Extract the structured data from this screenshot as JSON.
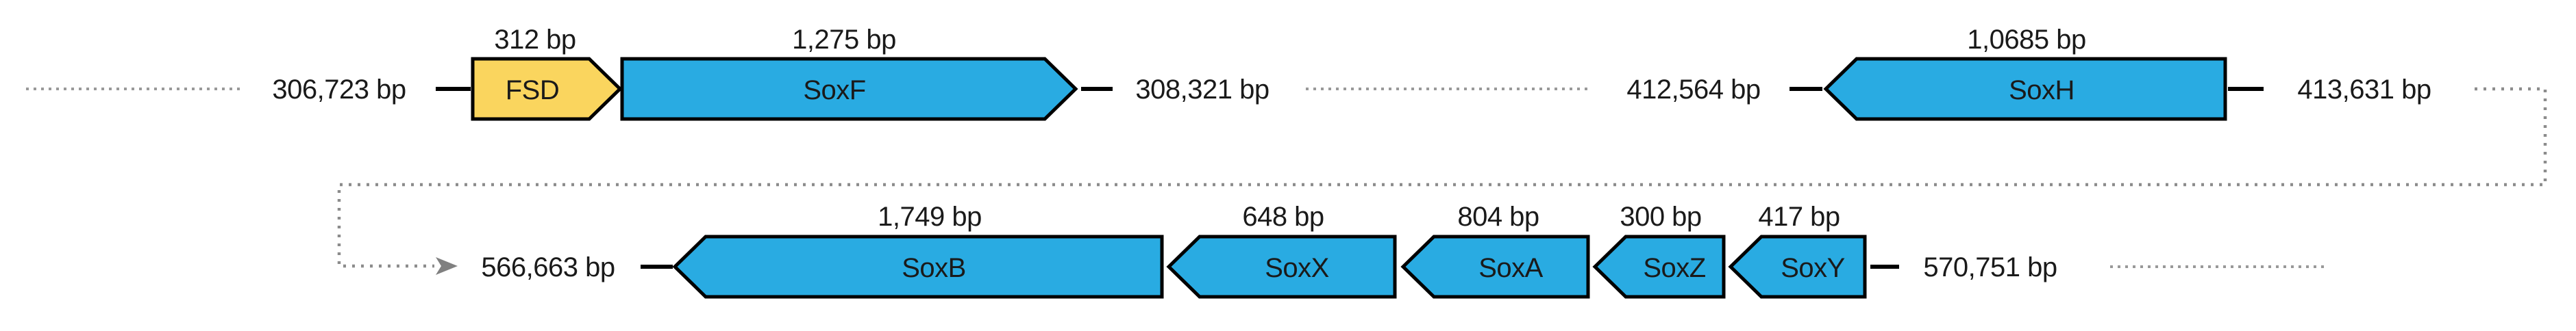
{
  "figure_type": "gene-cluster-map",
  "regions": [
    {
      "start": "306,723 bp",
      "end": "308,321 bp",
      "genes": [
        {
          "name": "FSD",
          "size": "312 bp",
          "direction": "right",
          "fill_key": "gene_yellow"
        },
        {
          "name": "SoxF",
          "size": "1,275 bp",
          "direction": "right",
          "fill_key": "gene_blue"
        }
      ]
    },
    {
      "start": "412,564 bp",
      "end": "413,631 bp",
      "genes": [
        {
          "name": "SoxH",
          "size": "1,0685 bp",
          "direction": "left",
          "fill_key": "gene_blue"
        }
      ]
    },
    {
      "start": "566,663 bp",
      "end": "570,751 bp",
      "genes": [
        {
          "name": "SoxB",
          "size": "1,749 bp",
          "direction": "left",
          "fill_key": "gene_blue"
        },
        {
          "name": "SoxX",
          "size": "648 bp",
          "direction": "left",
          "fill_key": "gene_blue"
        },
        {
          "name": "SoxA",
          "size": "804 bp",
          "direction": "left",
          "fill_key": "gene_blue"
        },
        {
          "name": "SoxZ",
          "size": "300 bp",
          "direction": "left",
          "fill_key": "gene_blue"
        },
        {
          "name": "SoxY",
          "size": "417 bp",
          "direction": "left",
          "fill_key": "gene_blue"
        }
      ]
    }
  ],
  "colors": {
    "gene_blue": "#29ABE2",
    "gene_yellow": "#FAD55E",
    "outline": "#000000",
    "dotted_gray": "#999999",
    "connector_gray": "#8C8C8C",
    "arrowhead_gray": "#808080",
    "text": "#1A1A1A"
  },
  "units": "bp"
}
